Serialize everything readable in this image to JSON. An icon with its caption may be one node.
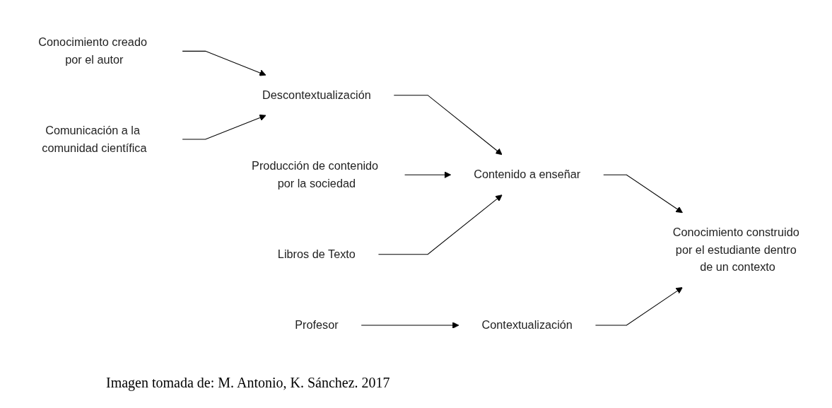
{
  "diagram": {
    "caption": "Imagen tomada de: M. Antonio, K. Sánchez. 2017",
    "nodes": [
      {
        "text": [
          "Conocimiento creado por el autor"
        ]
      },
      {
        "text": [
          "Comunicación a la comunidad científica"
        ]
      },
      {
        "text": [
          "Descontextualización"
        ]
      },
      {
        "text": [
          "Producción de contenido por la sociedad"
        ]
      },
      {
        "text": [
          "Libros de Texto"
        ]
      },
      {
        "text": [
          "Contenido a enseñar"
        ]
      },
      {
        "text": [
          "Contextualización"
        ]
      },
      {
        "text": [
          "Conocimiento construido por el estudiante dentro de un contexto"
        ]
      },
      {
        "text": [
          "Profesor"
        ]
      }
    ],
    "edges": [
      {
        "from": 0,
        "to": 2,
        "arrow": "to"
      },
      {
        "from": 1,
        "to": 2,
        "arrow": "to"
      },
      {
        "from": 2,
        "to": 5,
        "arrow": "to"
      },
      {
        "from": 3,
        "to": 5,
        "arrow": "to"
      },
      {
        "from": 4,
        "to": 5,
        "arrow": "to"
      },
      {
        "from": 5,
        "to": 7,
        "arrow": "to"
      },
      {
        "from": 6,
        "to": 7,
        "arrow": "to"
      },
      {
        "from": 8,
        "to": 6,
        "arrow": "to"
      }
    ]
  }
}
